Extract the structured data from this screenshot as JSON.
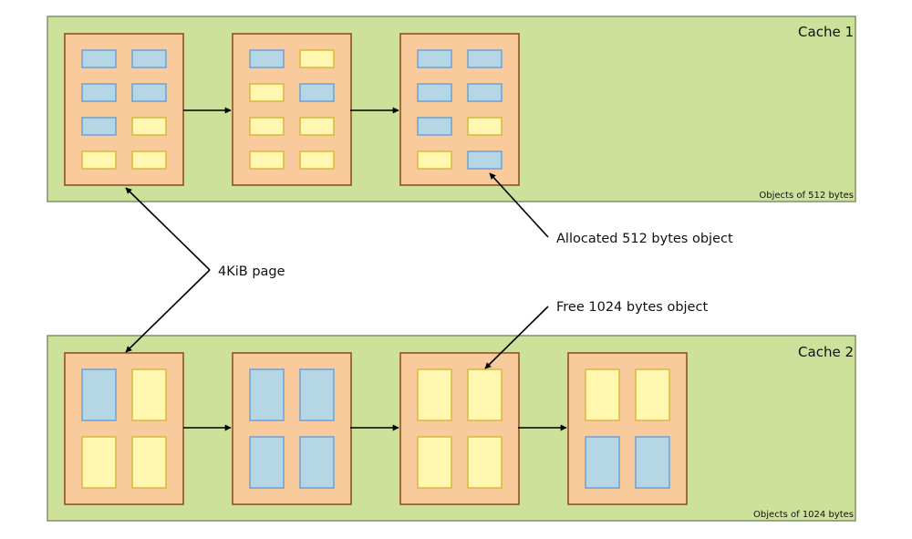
{
  "caches": [
    {
      "title": "Cache 1",
      "caption": "Objects of 512 bytes",
      "pages": [
        [
          "allocated",
          "allocated",
          "allocated",
          "allocated",
          "allocated",
          "free",
          "free",
          "free"
        ],
        [
          "allocated",
          "free",
          "free",
          "allocated",
          "free",
          "free",
          "free",
          "free"
        ],
        [
          "allocated",
          "allocated",
          "allocated",
          "allocated",
          "allocated",
          "free",
          "free",
          "allocated"
        ]
      ]
    },
    {
      "title": "Cache 2",
      "caption": "Objects of 1024 bytes",
      "pages": [
        [
          "allocated",
          "free",
          "free",
          "free"
        ],
        [
          "allocated",
          "allocated",
          "allocated",
          "allocated"
        ],
        [
          "free",
          "free",
          "free",
          "free"
        ],
        [
          "free",
          "free",
          "allocated",
          "allocated"
        ]
      ]
    }
  ],
  "callouts": {
    "page": "4KiB page",
    "allocated_object": "Allocated 512 bytes object",
    "free_object": "Free 1024 bytes object"
  },
  "colors": {
    "cache_fill": "#cde19b",
    "cache_stroke": "#7f9361",
    "page_fill": "#f9cb9c",
    "page_stroke": "#8b4a1c",
    "allocated_fill": "#b5d6e4",
    "allocated_stroke": "#6d9fd6",
    "free_fill": "#fff6b0",
    "free_stroke": "#d9b83b",
    "arrow": "#000000"
  }
}
